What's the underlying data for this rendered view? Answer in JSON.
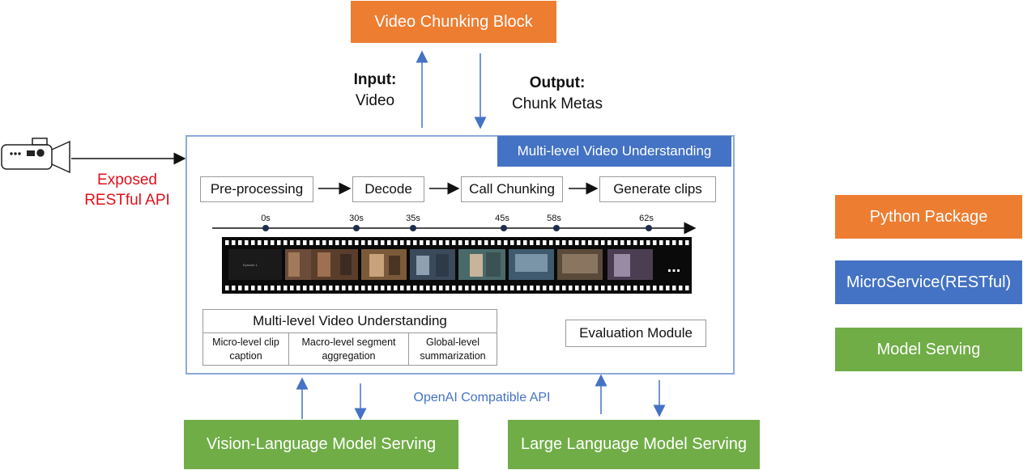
{
  "top_block": "Video Chunking Block",
  "input": {
    "heading": "Input:",
    "value": "Video"
  },
  "output": {
    "heading": "Output:",
    "value": "Chunk Metas"
  },
  "api": {
    "line1": "Exposed",
    "line2": "RESTful API"
  },
  "main": {
    "badge": "Multi-level Video Understanding",
    "pipeline": [
      "Pre-processing",
      "Decode",
      "Call Chunking",
      "Generate clips"
    ],
    "timeline_labels": [
      "0s",
      "30s",
      "35s",
      "45s",
      "58s",
      "62s"
    ],
    "ellipsis": "...",
    "mvu": {
      "title": "Multi-level Video Understanding",
      "cells": [
        "Micro-level clip caption",
        "Macro-level segment aggregation",
        "Global-level summarization"
      ]
    },
    "eval": "Evaluation Module"
  },
  "openai_api": "OpenAI Compatible API",
  "vlm": "Vision-Language Model Serving",
  "llm": "Large Language Model Serving",
  "legend": [
    "Python Package",
    "MicroService(RESTful)",
    "Model Serving"
  ],
  "colors": {
    "orange": "#ED7D31",
    "blue": "#4472C4",
    "green": "#70AD47",
    "red": "#E0101A",
    "api_blue": "#4472C4"
  }
}
